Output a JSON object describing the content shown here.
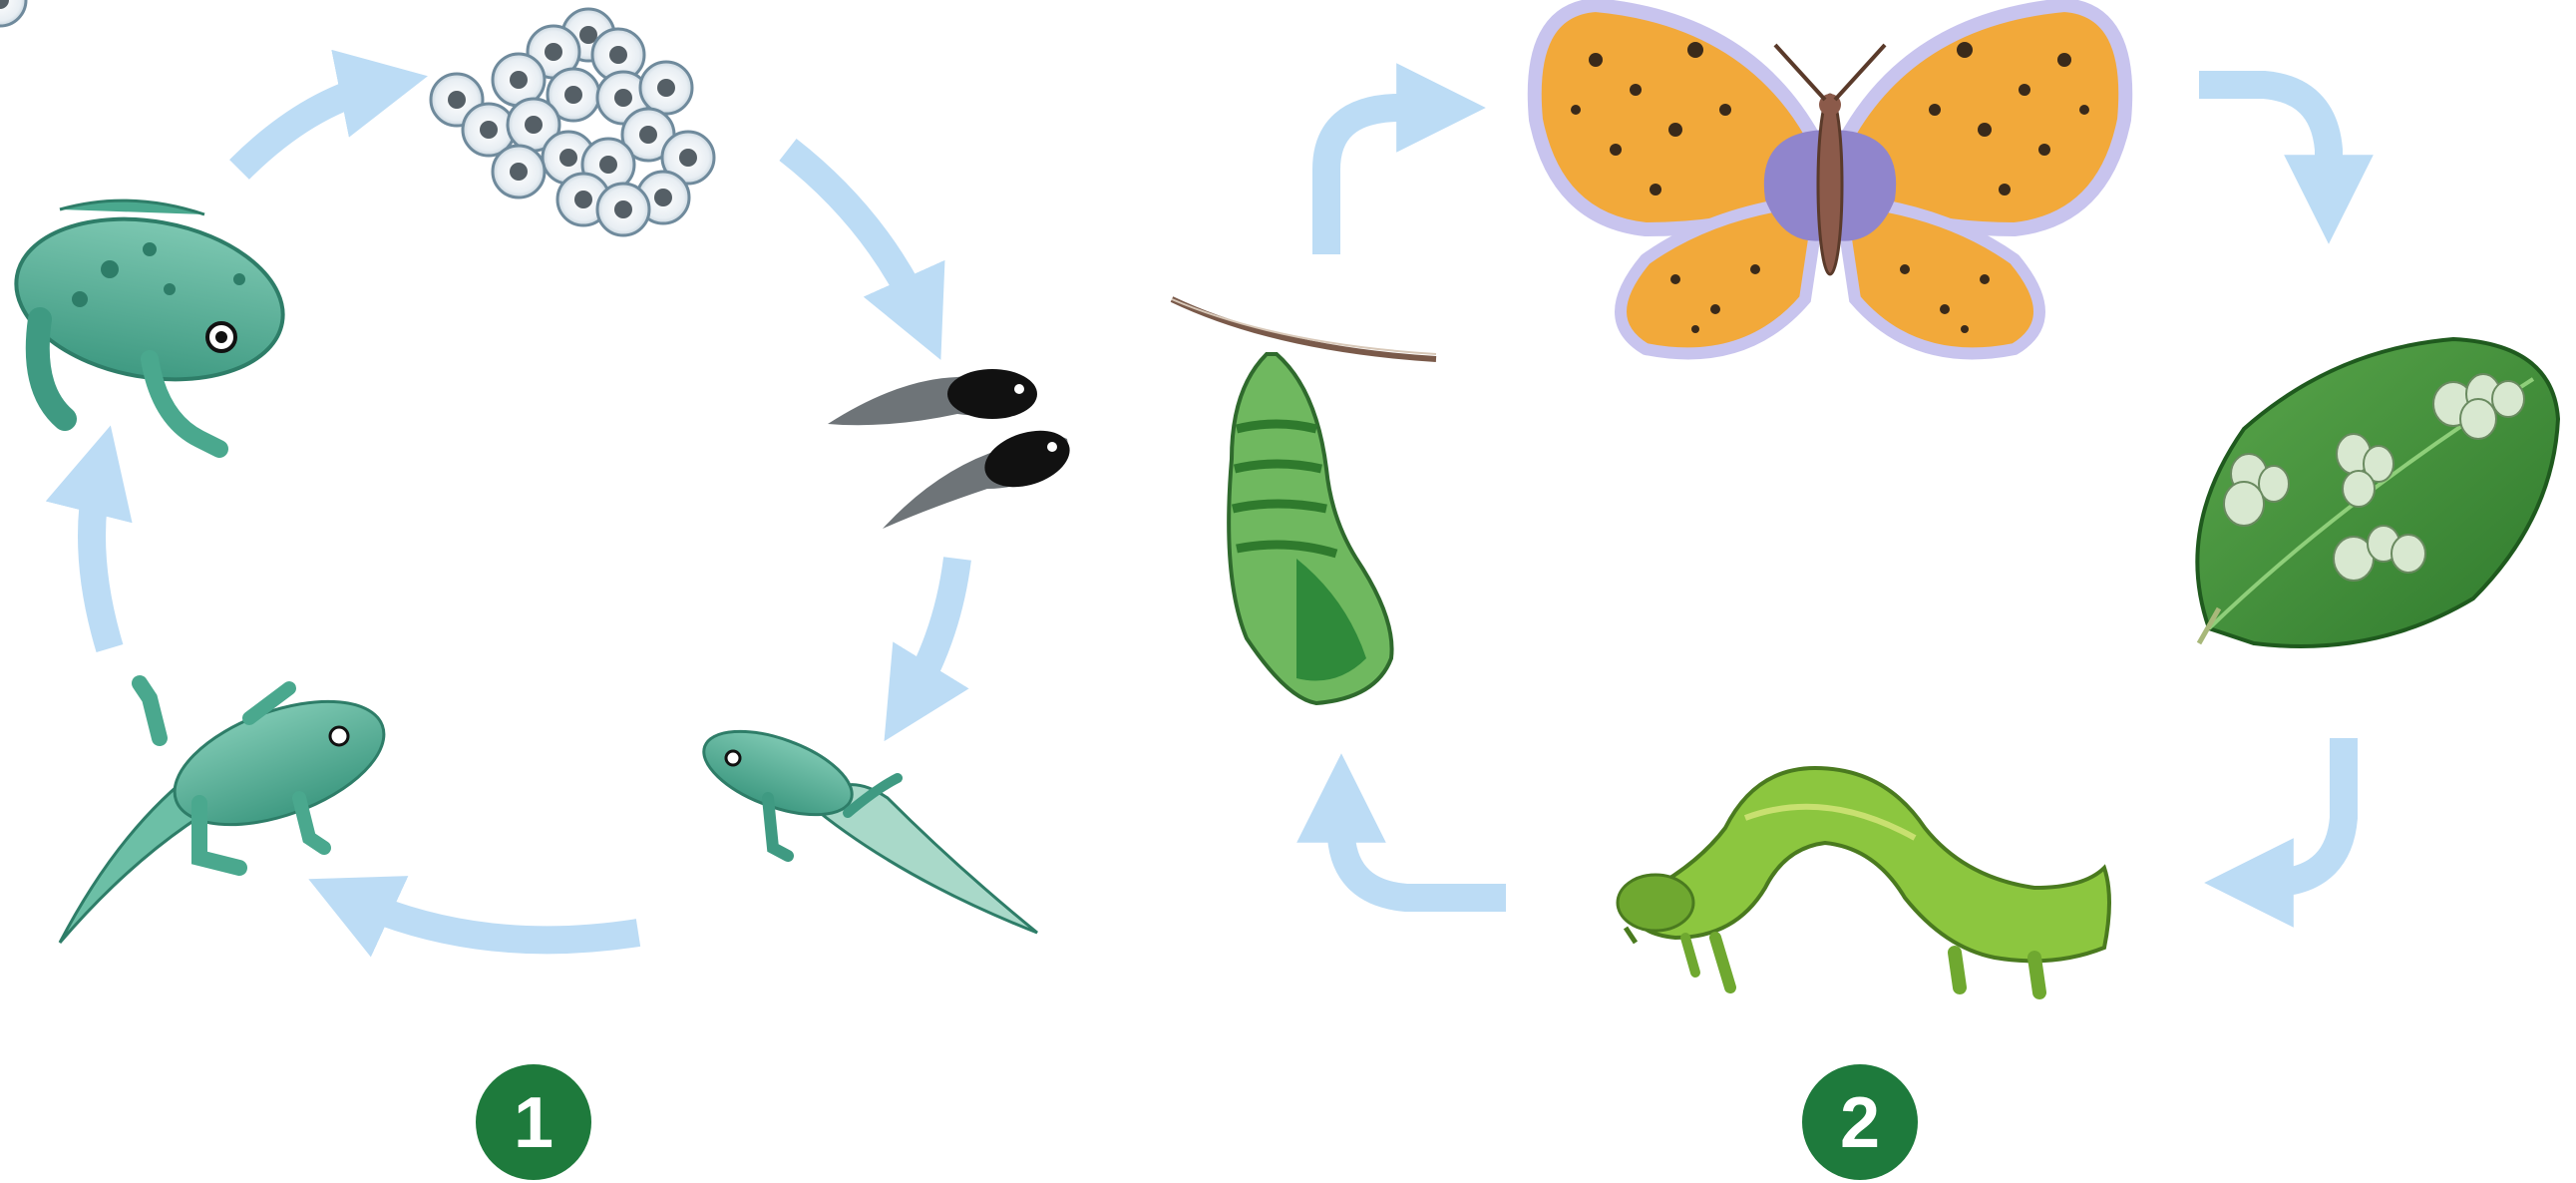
{
  "colors": {
    "arrow": "#bcdcf5",
    "frog": "#5fb39b",
    "frog_dark": "#2e7d68",
    "tadpole": "#1a1a1a",
    "butterfly_wing": "#f2a93a",
    "butterfly_edge": "#c8c4ee",
    "butterfly_body": "#8b5a4a",
    "leaf": "#3f8f3a",
    "caterpillar": "#8cc63f",
    "chrysalis": "#4f9a45",
    "badge": "#1e7a3c",
    "badge_text": "#ffffff"
  },
  "cycles": [
    {
      "label": "1",
      "stages": [
        {
          "name": "frog-eggs",
          "icon": "frog-spawn-icon"
        },
        {
          "name": "tadpoles",
          "icon": "tadpole-icon"
        },
        {
          "name": "tadpole-with-legs",
          "icon": "froglet-tail-icon"
        },
        {
          "name": "froglet",
          "icon": "froglet-icon"
        },
        {
          "name": "adult-frog",
          "icon": "frog-icon"
        }
      ]
    },
    {
      "label": "2",
      "stages": [
        {
          "name": "butterfly",
          "icon": "butterfly-icon"
        },
        {
          "name": "eggs-on-leaf",
          "icon": "leaf-eggs-icon"
        },
        {
          "name": "caterpillar",
          "icon": "caterpillar-icon"
        },
        {
          "name": "chrysalis",
          "icon": "chrysalis-icon"
        }
      ]
    }
  ]
}
